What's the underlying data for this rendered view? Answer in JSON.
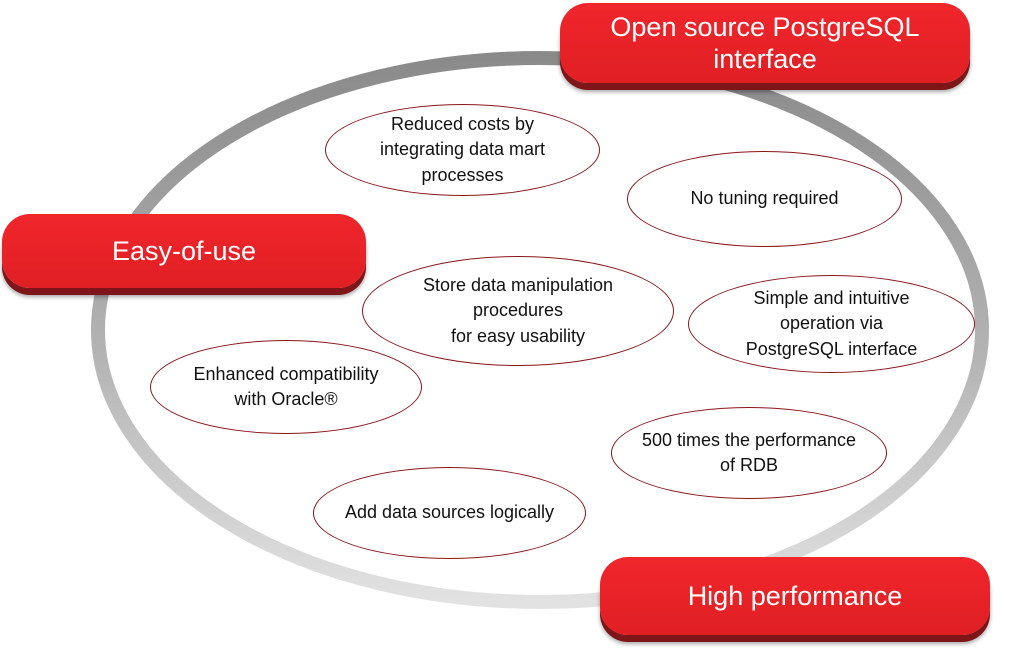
{
  "categories": {
    "open_source": "Open source PostgreSQL\ninterface",
    "easy_of_use": "Easy-of-use",
    "high_performance": "High performance"
  },
  "features": {
    "reduced_costs": "Reduced costs by\nintegrating data mart\nprocesses",
    "no_tuning": "No tuning required",
    "store_procedures": "Store data manipulation\nprocedures\nfor easy usability",
    "simple_operation": "Simple and intuitive\n      operation via\nPostgreSQL interface",
    "oracle_compat": "Enhanced compatibility\nwith Oracle®",
    "performance": "500 times the performance\nof RDB",
    "data_sources": "Add data sources logically"
  },
  "colors": {
    "accent_red": "#e8232a",
    "bubble_border": "#8b1518",
    "ring_light": "#dcdcdc",
    "ring_dark": "#8a8a8a"
  }
}
